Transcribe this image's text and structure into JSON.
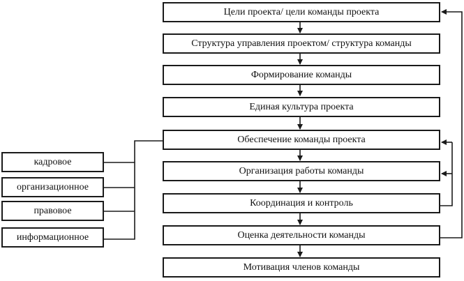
{
  "diagram": {
    "steps": [
      "Цели проекта/ цели команды проекта",
      "Структура управления проектом/ структура команды",
      "Формирование команды",
      "Единая культура проекта",
      "Обеспечение команды проекта",
      "Организация работы команды",
      "Координация и контроль",
      "Оценка деятельности команды",
      "Мотивация членов команды"
    ],
    "support_types": [
      "кадровое",
      "организационное",
      "правовое",
      "информационное"
    ]
  }
}
